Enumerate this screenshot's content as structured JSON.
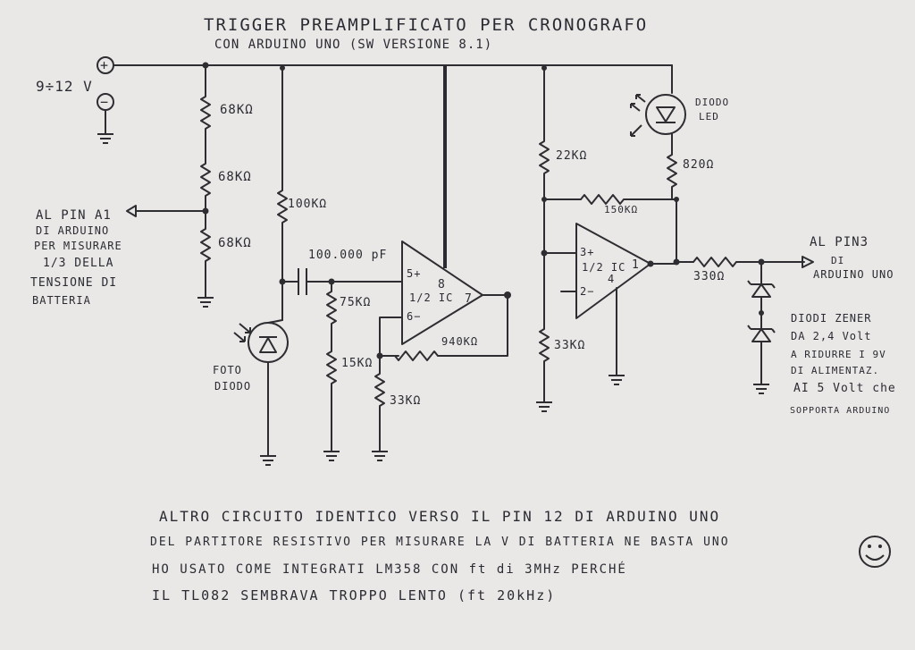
{
  "title": {
    "line1": "TRIGGER  PREAMPLIFICATO  PER  CRONOGRAFO",
    "line2": "CON ARDUINO UNO (SW VERSIONE 8.1)"
  },
  "supply": {
    "plus": "+",
    "minus": "−",
    "voltage": "9÷12 V"
  },
  "labels": {
    "r68a": "68KΩ",
    "r68b": "68KΩ",
    "r68c": "68KΩ",
    "r100k": "100KΩ",
    "cap": "100.000 pF",
    "r75k": "75KΩ",
    "r15k": "15KΩ",
    "r33k_left": "33KΩ",
    "r940k": "940KΩ",
    "r22k": "22KΩ",
    "r150k": "150KΩ",
    "r33k_right": "33KΩ",
    "r820": "820Ω",
    "r330": "330Ω",
    "led": [
      "DIODO",
      "LED"
    ],
    "photodiode": [
      "FOTO",
      "DIODO"
    ],
    "pin_a1": [
      "AL PIN A1",
      "DI ARDUINO",
      "PER MISURARE",
      "1/3 DELLA",
      "TENSIONE DI",
      "BATTERIA"
    ],
    "pin3": [
      "AL PIN3",
      "DI",
      "ARDUINO UNO"
    ],
    "zener": [
      "DIODI ZENER",
      "DA 2,4 Volt",
      "A RIDURRE I 9V",
      "DI ALIMENTAZ.",
      "AI 5 Volt che",
      "SOPPORTA ARDUINO"
    ]
  },
  "opamp1": {
    "half": "1/2 IC",
    "pin5": "5+",
    "pin6": "6−",
    "pin7": "7",
    "pin8": "8"
  },
  "opamp2": {
    "half": "1/2 IC",
    "pin3": "3+",
    "pin2": "2−",
    "pin1": "1",
    "pin4": "4"
  },
  "notes": [
    "ALTRO CIRCUITO IDENTICO VERSO IL PIN 12 DI ARDUINO UNO",
    "DEL PARTITORE RESISTIVO PER MISURARE LA V DI BATTERIA NE BASTA UNO",
    "HO USATO COME INTEGRATI LM358 CON ft di 3MHz PERCHÉ",
    "IL TL082 SEMBRAVA TROPPO LENTO (ft 20kHz)"
  ],
  "smiley": "☺"
}
